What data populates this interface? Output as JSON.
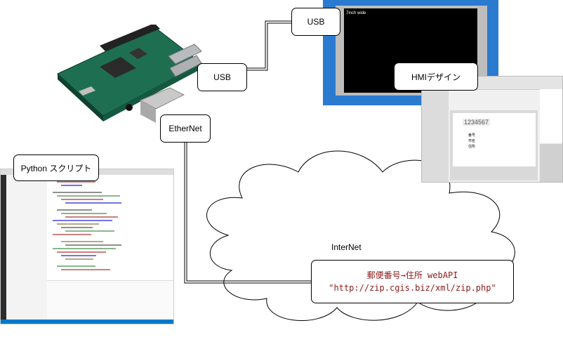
{
  "labels": {
    "usb_top": "USB",
    "usb_left": "USB",
    "ethernet": "EtherNet",
    "hmi": "HMIデザイン",
    "python": "Python スクリプト",
    "internet": "InterNet",
    "api_title": "郵便番号→住所 webAPI",
    "api_url": "\"http://zip.cgis.biz/xml/zip.php\""
  },
  "screen": {
    "brand": "7inch wide"
  },
  "hmi_editor": {
    "number_display": "1234567",
    "field_1": "番号",
    "field_2": "市名",
    "field_3": "住所"
  },
  "colors": {
    "api_text": "#8b1a1a",
    "board_green": "#1e6e52",
    "display_blue": "#2a7ad0"
  }
}
